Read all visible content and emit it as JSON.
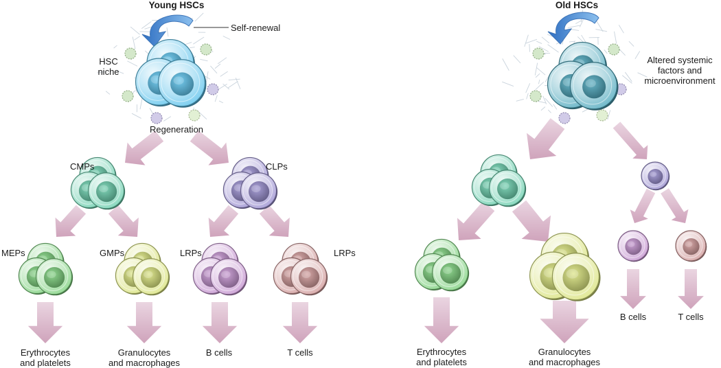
{
  "left_panel": {
    "title": "Young HSCs",
    "self_renewal": "Self-renewal",
    "niche": [
      "HSC",
      "niche"
    ],
    "regeneration": "Regeneration",
    "cmps": "CMPs",
    "clps": "CLPs",
    "meps": "MEPs",
    "gmps": "GMPs",
    "lrps_b": "LRPs",
    "lrps_t": "LRPs",
    "out_ery": [
      "Erythrocytes",
      "and platelets"
    ],
    "out_gran": [
      "Granulocytes",
      "and macrophages"
    ],
    "out_b": "B cells",
    "out_t": "T cells"
  },
  "right_panel": {
    "title": "Old HSCs",
    "factors": [
      "Altered systemic",
      "factors and",
      "microenvironment"
    ],
    "out_ery": [
      "Erythrocytes",
      "and platelets"
    ],
    "out_gran": [
      "Granulocytes",
      "and macrophages"
    ],
    "out_b": "B cells",
    "out_t": "T cells"
  },
  "colors": {
    "arrow": "#d9b6c8",
    "hsc_young": "#5ec3ec",
    "hsc_old": "#4fa8bd",
    "cmp": "#6ccfae",
    "clp": "#9a8fd0",
    "mep": "#7ed17e",
    "gmp": "#d9e37d",
    "lrp_b": "#c493cf",
    "lrp_t": "#d19a9a",
    "self_renewal_arrow": "#4a8fd6"
  }
}
